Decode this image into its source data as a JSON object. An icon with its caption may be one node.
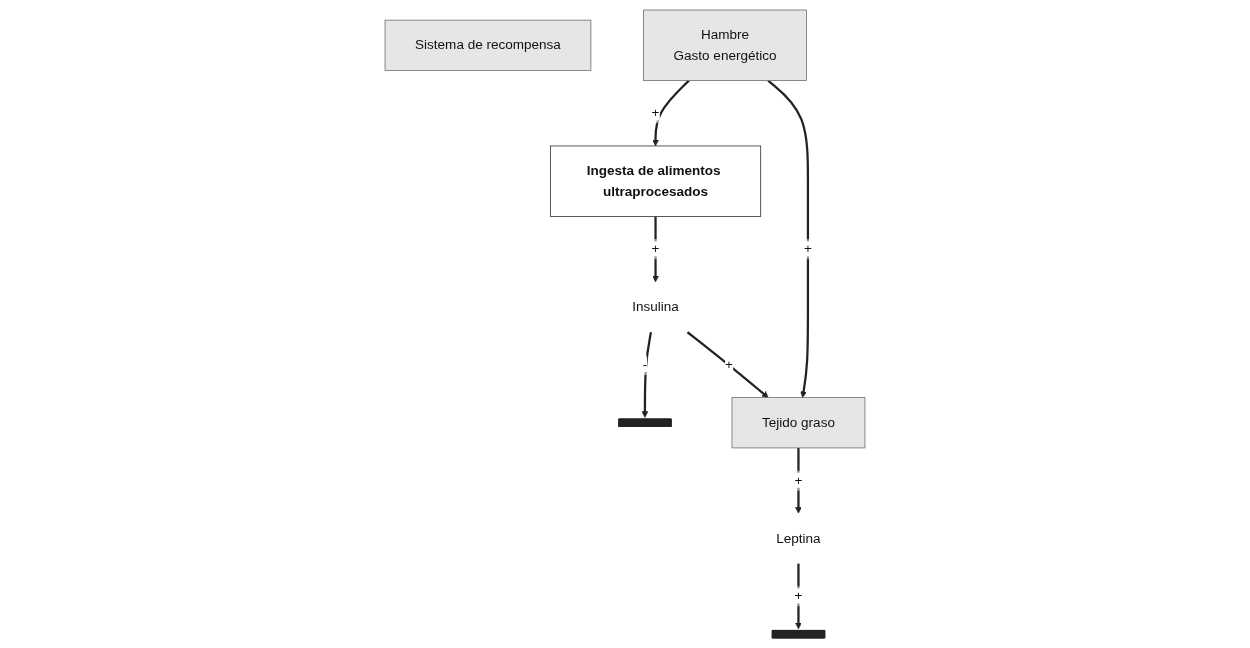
{
  "diagram": {
    "nodes": [
      {
        "text": [
          "Ingesta de alimentos ultraprocesados"
        ]
      },
      {
        "text": [
          "Sistema de recompensa"
        ]
      },
      {
        "text": [],
        "shape": "bar"
      },
      {
        "text": [
          "Insulina"
        ]
      },
      {
        "text": [
          "Tejido graso"
        ]
      },
      {
        "text": [
          "Hambre",
          "Gasto energético"
        ]
      },
      {
        "text": [],
        "shape": "bar"
      },
      {
        "text": [
          "Leptina"
        ]
      }
    ],
    "edges": [
      {
        "from": 0,
        "to": 3,
        "arrow": "to",
        "label": "+"
      },
      {
        "from": 5,
        "to": 0,
        "arrow": "to",
        "label": "+"
      },
      {
        "from": 3,
        "to": 2,
        "arrow": "to",
        "label": "-"
      },
      {
        "from": 3,
        "to": 4,
        "arrow": "to",
        "label": "+"
      },
      {
        "from": 5,
        "to": 4,
        "arrow": "to",
        "label": "+"
      },
      {
        "from": 4,
        "to": 7,
        "arrow": "to",
        "label": "+"
      },
      {
        "from": 7,
        "to": 6,
        "arrow": "to",
        "label": "+"
      }
    ]
  }
}
